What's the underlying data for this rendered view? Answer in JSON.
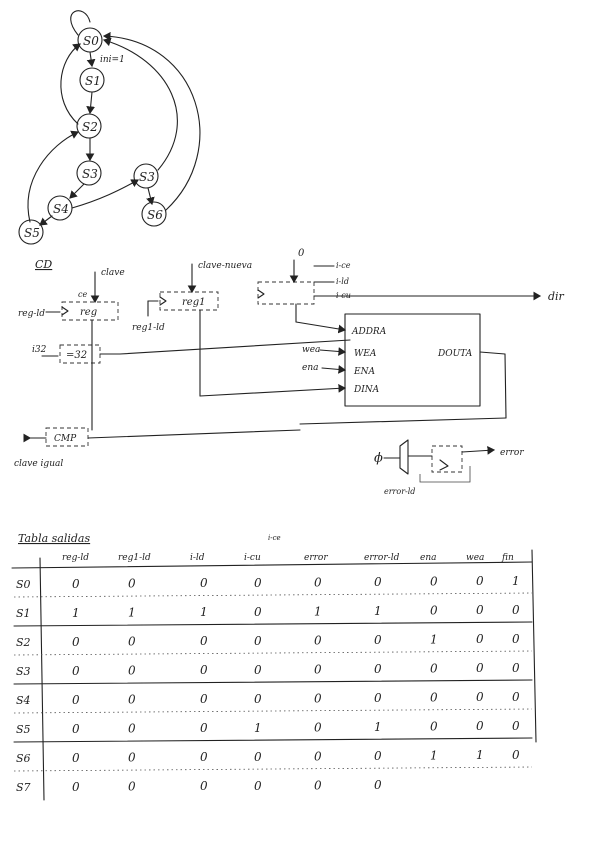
{
  "fsm": {
    "states": [
      "S0",
      "S1",
      "S2",
      "S3",
      "S4",
      "S5",
      "S6"
    ],
    "transition_label": "ini=1"
  },
  "datapath": {
    "section_label": "CD",
    "reg_label": "reg",
    "reg1_label": "reg1",
    "cmp32_label": "=32",
    "cmp_label": "CMP",
    "clave_label": "clave",
    "clave_nueva_label": "clave-nueva",
    "reg_ld_label": "reg-ld",
    "reg1_ld_label": "reg1-ld",
    "i32_label": "i32",
    "cero_label": "0",
    "i_ce_label": "i-ce",
    "i_ld_label": "i-ld",
    "i_cu_label": "i-cu",
    "dir_label": "dir",
    "wea_label": "wea",
    "ena_label": "ena",
    "mem_ports": [
      "ADDRA",
      "WEA",
      "ENA",
      "DINA"
    ],
    "douta_label": "DOUTA",
    "clave_igual_label": "clave igual",
    "error_label": "error",
    "error_ld_label": "error-ld",
    "phi_label": "ϕ"
  },
  "table": {
    "title": "Tabla salidas",
    "ice_note": "i-ce",
    "headers": [
      "reg-ld",
      "reg1-ld",
      "i-ld",
      "i-cu",
      "error",
      "error-ld",
      "ena",
      "wea",
      "fin"
    ],
    "row_labels": [
      "S0",
      "S1",
      "S2",
      "S3",
      "S4",
      "S5",
      "S6",
      "S7"
    ],
    "rows": [
      [
        "0",
        "0",
        "0",
        "0",
        "0",
        "0",
        "0",
        "0",
        "1"
      ],
      [
        "1",
        "1",
        "1",
        "0",
        "1",
        "1",
        "0",
        "0",
        "0"
      ],
      [
        "0",
        "0",
        "0",
        "0",
        "0",
        "0",
        "1",
        "0",
        "0"
      ],
      [
        "0",
        "0",
        "0",
        "0",
        "0",
        "0",
        "0",
        "0",
        "0"
      ],
      [
        "0",
        "0",
        "0",
        "0",
        "0",
        "0",
        "0",
        "0",
        "0"
      ],
      [
        "0",
        "0",
        "0",
        "1",
        "0",
        "1",
        "0",
        "0",
        "0"
      ],
      [
        "0",
        "0",
        "0",
        "0",
        "0",
        "0",
        "1",
        "1",
        "0"
      ],
      [
        "0",
        "0",
        "0",
        "0",
        "0",
        "0",
        "",
        "",
        ""
      ]
    ]
  }
}
